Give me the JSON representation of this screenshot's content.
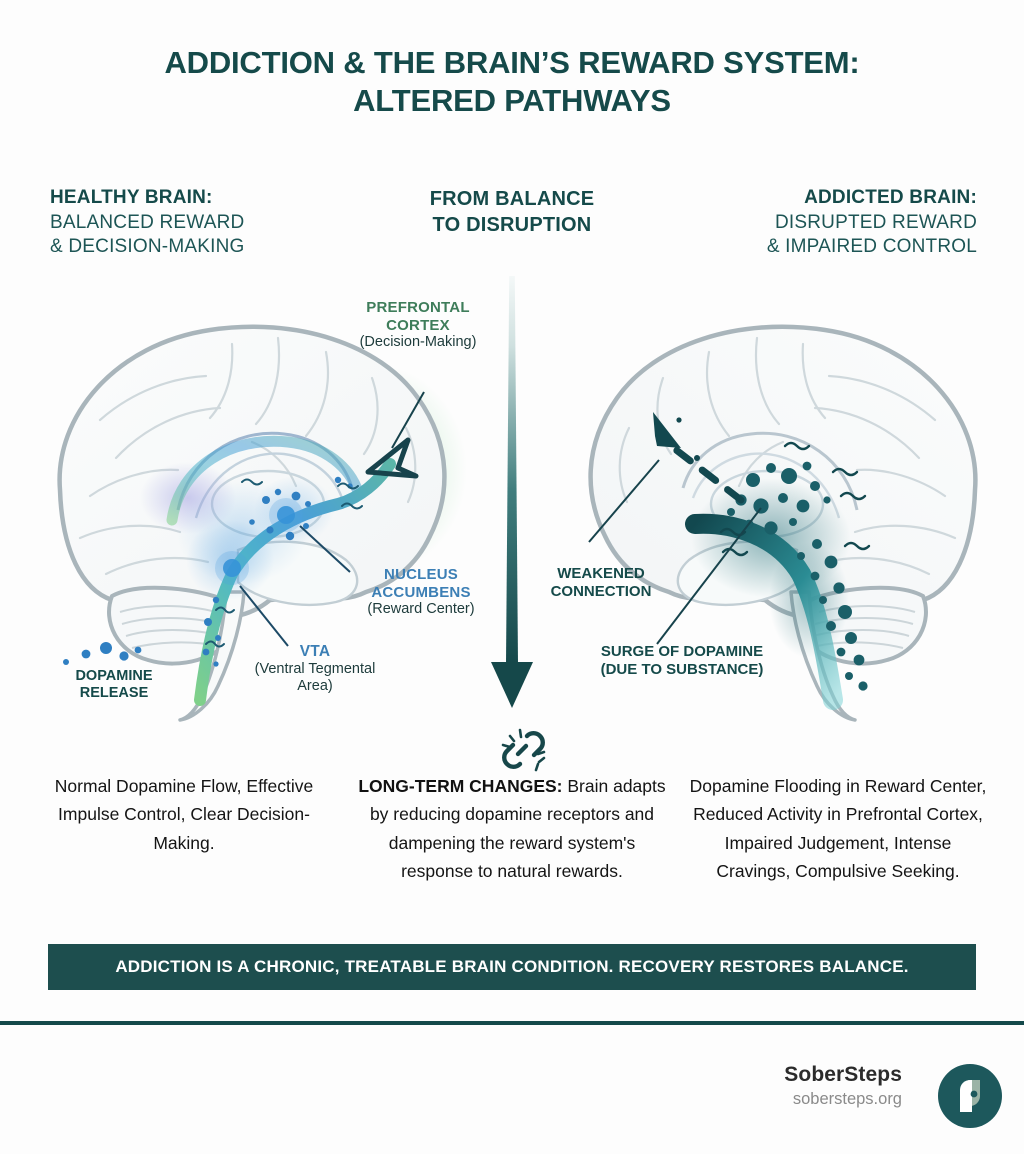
{
  "title": {
    "line1": "ADDICTION & THE BRAIN’S REWARD SYSTEM:",
    "line2": "ALTERED PATHWAYS"
  },
  "headers": {
    "left": {
      "strong": "HEALTHY BRAIN:",
      "line2": "BALANCED REWARD",
      "line3": "& DECISION-MAKING"
    },
    "middle": {
      "strong": "FROM BALANCE",
      "line2": "TO DISRUPTION"
    },
    "right": {
      "strong": "ADDICTED BRAIN:",
      "line2": "DISRUPTED REWARD",
      "line3": "& IMPAIRED CONTROL"
    }
  },
  "labels": {
    "prefrontal_cortex": {
      "caption_line1": "PREFRONTAL",
      "caption_line2": "CORTEX",
      "sub": "(Decision-Making)"
    },
    "nucleus_accumbens": {
      "caption_line1": "NUCLEUS",
      "caption_line2": "ACCUMBENS",
      "sub": "(Reward Center)"
    },
    "vta": {
      "caption": "VTA",
      "sub_line1": "(Ventral Tegmental",
      "sub_line2": "Area)"
    },
    "dopamine_release": {
      "line1": "DOPAMINE",
      "line2": "RELEASE"
    },
    "weakened_connection": {
      "line1": "WEAKENED",
      "line2": "CONNECTION"
    },
    "surge_of_dopamine": {
      "line1": "SURGE OF DOPAMINE",
      "line2": "(DUE TO SUBSTANCE)"
    }
  },
  "body": {
    "left": "Normal Dopamine Flow, Effective Impulse Control, Clear Decision-Making.",
    "middle_heading": "LONG-TERM CHANGES:",
    "middle": "Brain adapts by reducing dopamine receptors and dampening the reward system's response to natural rewards.",
    "right": "Dopamine Flooding in Reward Center, Reduced Activity in Prefrontal Cortex, Impaired Judgement, Intense Cravings, Compulsive Seeking."
  },
  "banner": {
    "text": "ADDICTION IS A CHRONIC, TREATABLE BRAIN CONDITION. RECOVERY RESTORES BALANCE."
  },
  "footer": {
    "brand": "SoberSteps",
    "url": "sobersteps.org"
  },
  "icons": {
    "center_arrow": "down-arrow-icon",
    "broken_chain": "broken-chain-icon",
    "logo_mark": "sobersteps-logo-icon"
  },
  "colors": {
    "dark_teal": "#154a4a",
    "banner_bg": "#1d4e4e",
    "blue_label": "#3c7fb5",
    "green_label": "#3e7d5a",
    "body_text": "#141414",
    "brand_gray": "#8a8a8a"
  }
}
